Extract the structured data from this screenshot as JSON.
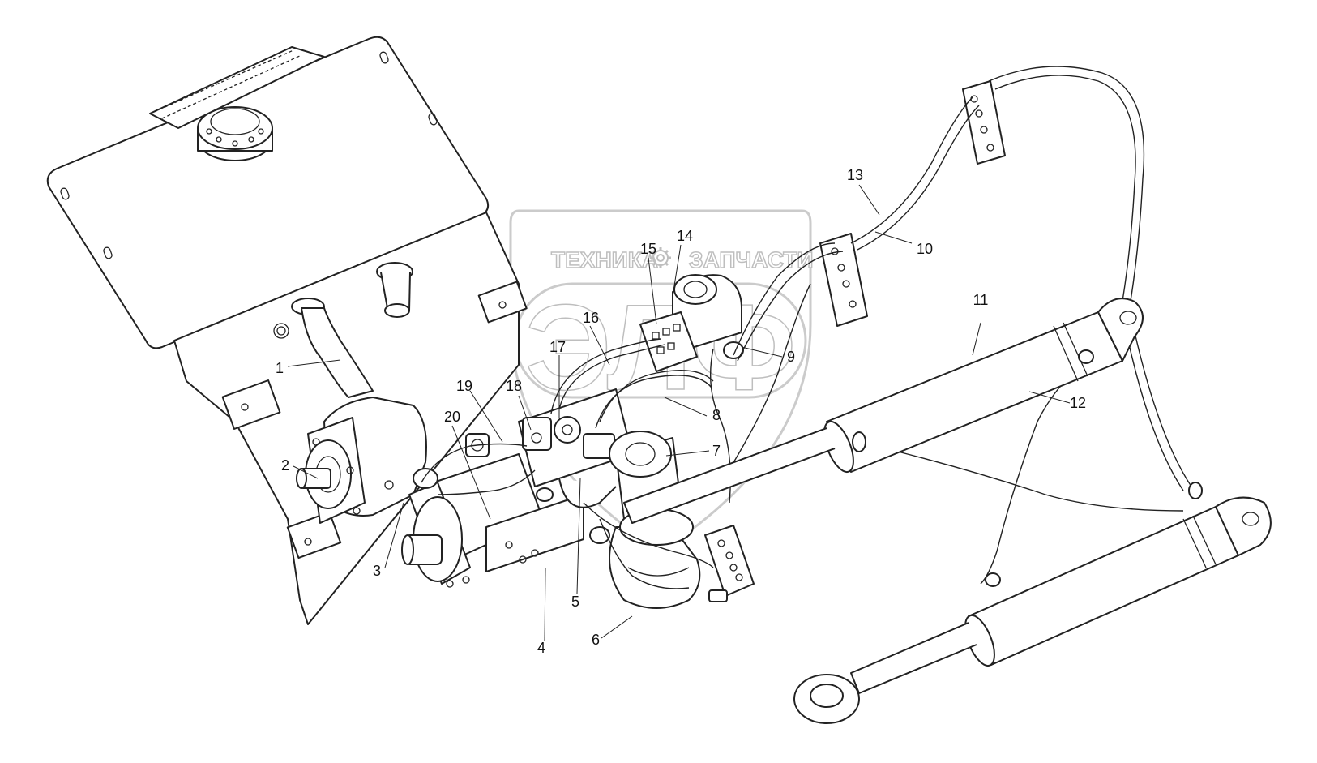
{
  "watermark": {
    "left_text": "ТЕХНИКА",
    "right_text": "ЗАПЧАСТИ",
    "big_text": "ЭЛФ",
    "gear_icon": "gear-icon"
  },
  "callouts": [
    "1",
    "2",
    "3",
    "4",
    "5",
    "6",
    "7",
    "8",
    "9",
    "10",
    "11",
    "12",
    "13",
    "14",
    "15",
    "16",
    "17",
    "18",
    "19",
    "20"
  ],
  "colors": {
    "line": "#222222",
    "watermark": "#c6c6c6",
    "background": "#ffffff"
  }
}
